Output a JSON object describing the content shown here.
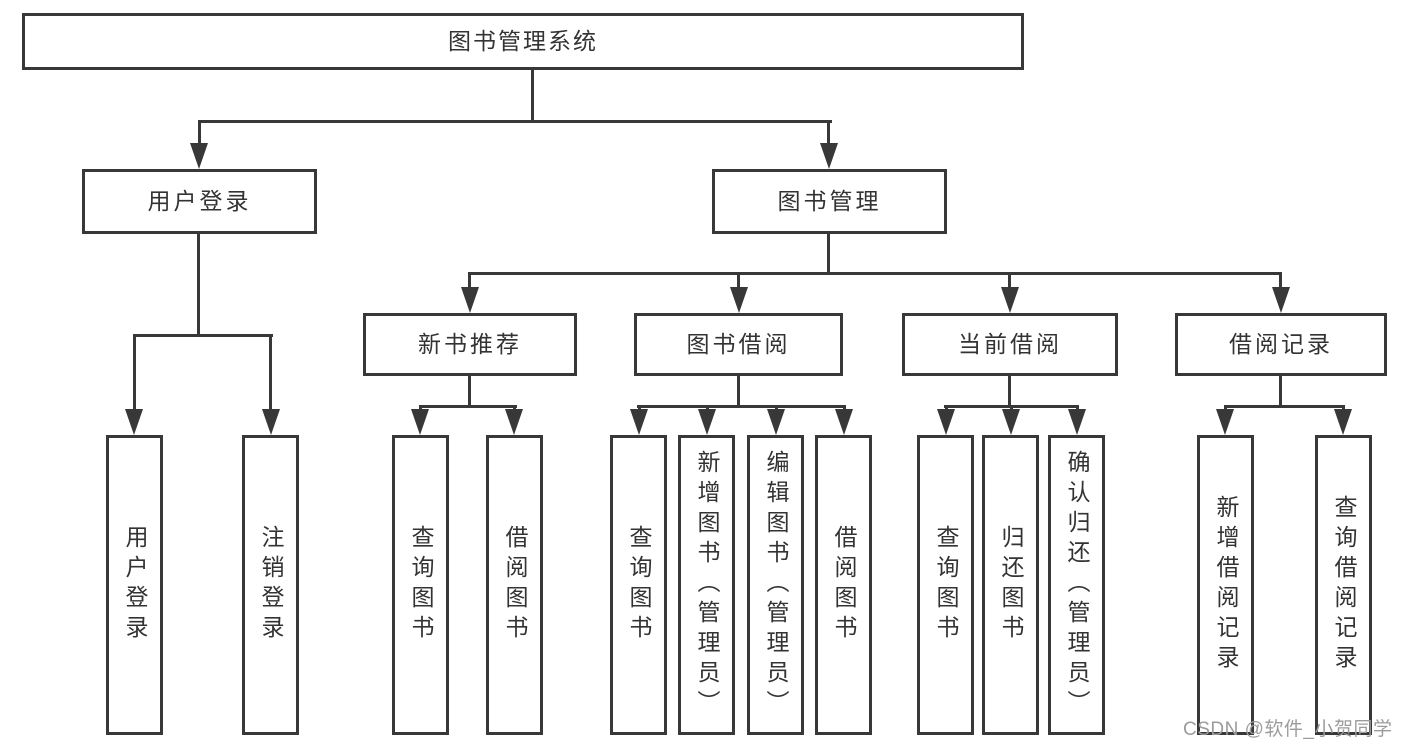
{
  "diagram": {
    "title": "图书管理系统",
    "level2": {
      "user_login": "用户登录",
      "book_mgmt": "图书管理"
    },
    "level3": {
      "new_book": "新书推荐",
      "book_borrow": "图书借阅",
      "current_borrow": "当前借阅",
      "borrow_records": "借阅记录"
    },
    "leaves": {
      "user_login": "用户登录",
      "logout": "注销登录",
      "query_book_1": "查询图书",
      "borrow_book_1": "借阅图书",
      "query_book_2": "查询图书",
      "add_book": "新增图书（管理员）",
      "edit_book": "编辑图书（管理员）",
      "borrow_book_2": "借阅图书",
      "query_book_3": "查询图书",
      "return_book": "归还图书",
      "confirm_return": "确认归还（管理员）",
      "add_record": "新增借阅记录",
      "query_record": "查询借阅记录"
    },
    "hierarchy": {
      "图书管理系统": {
        "用户登录": [
          "用户登录",
          "注销登录"
        ],
        "图书管理": {
          "新书推荐": [
            "查询图书",
            "借阅图书"
          ],
          "图书借阅": [
            "查询图书",
            "新增图书（管理员）",
            "编辑图书（管理员）",
            "借阅图书"
          ],
          "当前借阅": [
            "查询图书",
            "归还图书",
            "确认归还（管理员）"
          ],
          "借阅记录": [
            "新增借阅记录",
            "查询借阅记录"
          ]
        }
      }
    }
  },
  "watermark": "CSDN @软件_小贺同学",
  "colors": {
    "line": "#383838",
    "text": "#333333",
    "watermark": "#9c9c9c",
    "background": "#ffffff"
  }
}
